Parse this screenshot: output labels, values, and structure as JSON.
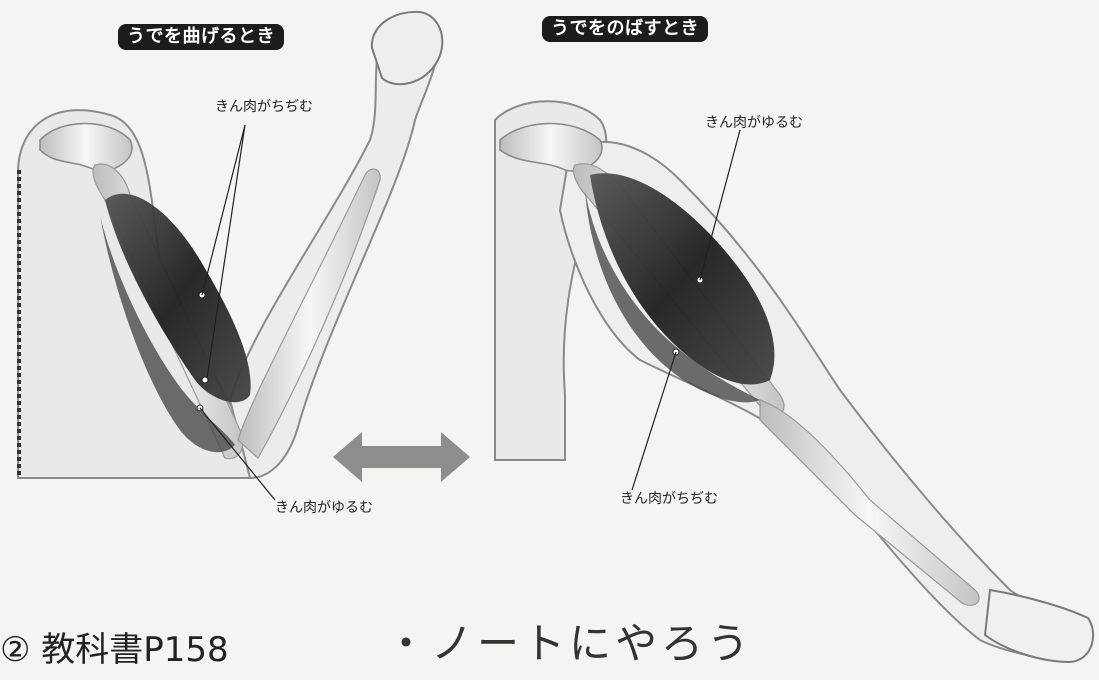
{
  "left_panel": {
    "title": "うでを曲げるとき",
    "label_top": "きん肉がちぢむ",
    "label_bottom": "きん肉がゆるむ"
  },
  "right_panel": {
    "title": "うでをのばすとき",
    "label_top": "きん肉がゆるむ",
    "label_bottom": "きん肉がちぢむ"
  },
  "footer": {
    "text": "②  教科書P158",
    "handwritten": "・ノートにやろう"
  },
  "colors": {
    "muscle": "#2b2b2b",
    "skin_outline": "#8a8a8a",
    "bone": "#d8d8d6",
    "arrow": "#8d8d8d",
    "pill": "#1c1c1c"
  },
  "icons": [
    "double-arrow-icon"
  ]
}
